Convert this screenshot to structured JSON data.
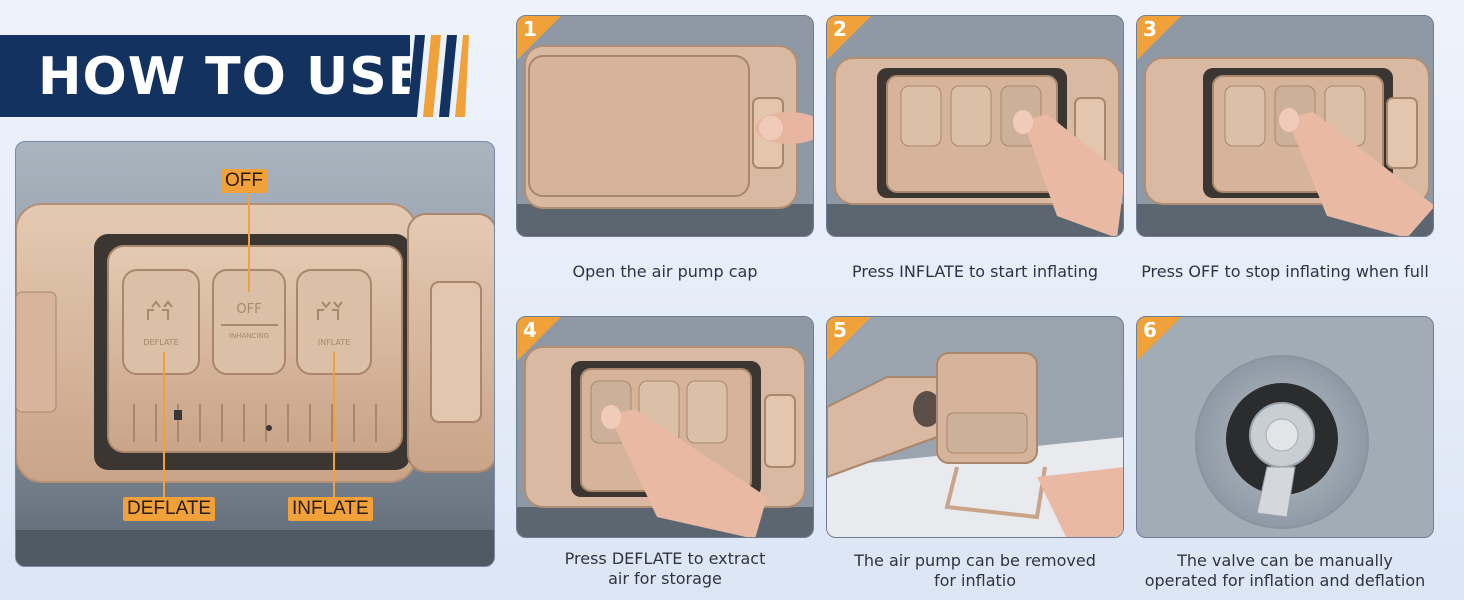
{
  "banner": {
    "title": "HOW TO USE"
  },
  "hero": {
    "labels": {
      "off": "OFF",
      "deflate": "DEFLATE",
      "inflate": "INFLATE"
    },
    "button_texts": {
      "off": "OFF",
      "off_sub": "INHANCING",
      "deflate": "DEFLATE",
      "inflate": "INFLATE"
    }
  },
  "steps": [
    {
      "number": "1",
      "caption": "Open the air pump cap"
    },
    {
      "number": "2",
      "caption": "Press INFLATE to start inflating"
    },
    {
      "number": "3",
      "caption": "Press OFF to stop inflating when full"
    },
    {
      "number": "4",
      "caption_line1": "Press DEFLATE to extract",
      "caption_line2": "air for storage"
    },
    {
      "number": "5",
      "caption_line1": "The air pump can be removed",
      "caption_line2": "for inflatio"
    },
    {
      "number": "6",
      "caption_line1": "The valve can be manually",
      "caption_line2": "operated for inflation and deflation"
    }
  ],
  "colors": {
    "navy": "#13325f",
    "orange": "#f0a13a",
    "beige": "#d9b9a1",
    "mattress_gray": "#8f9aa6"
  }
}
